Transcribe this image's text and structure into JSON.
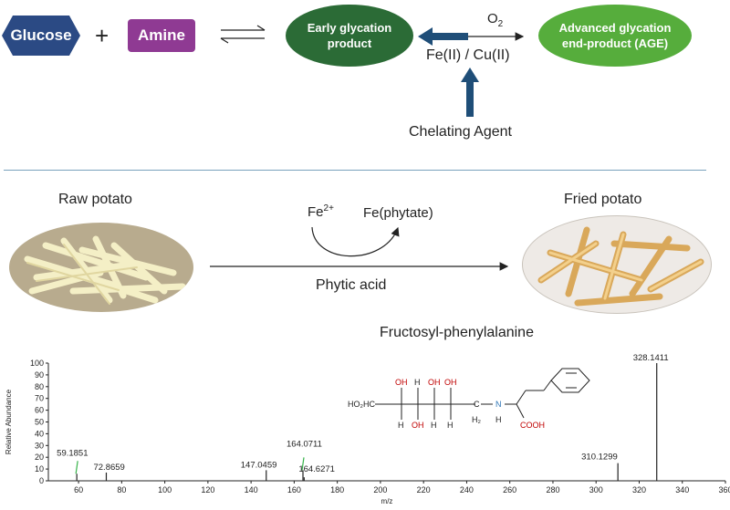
{
  "reaction": {
    "glucose": "Glucose",
    "plus": "+",
    "amine": "Amine",
    "early_line1": "Early glycation",
    "early_line2": "product",
    "age_line1": "Advanced glycation",
    "age_line2": "end-product (AGE)",
    "oxygen": "O",
    "oxygen_sub": "2",
    "metals": "Fe(II) / Cu(II)",
    "chelating": "Chelating Agent"
  },
  "frying": {
    "raw_label": "Raw potato",
    "fried_label": "Fried potato",
    "fe_ion": "Fe",
    "fe_charge": "2+",
    "fe_complex": "Fe(phytate)",
    "reagent": "Phytic acid"
  },
  "structure": {
    "title": "Fructosyl-phenylalanine",
    "left_group": "HO₂HC",
    "oh": "OH",
    "h": "H",
    "c": "C",
    "h2": "H₂",
    "n": "N",
    "nh": "H",
    "cooh": "COOH"
  },
  "colors": {
    "glucose": "#2b4a84",
    "amine": "#8f3a93",
    "early": "#2b6b36",
    "age": "#56ad3c",
    "arrow_blue": "#1f4e78",
    "peak_green": "#37b34a",
    "oh_red": "#c00000",
    "n_blue": "#2e75b6"
  },
  "chart_data": {
    "type": "bar",
    "ylabel": "Relative Abundance",
    "xlabel": "m/z",
    "xlim": [
      46,
      360
    ],
    "ylim": [
      0,
      100
    ],
    "x_ticks": [
      60,
      80,
      100,
      120,
      140,
      160,
      180,
      200,
      220,
      240,
      260,
      280,
      300,
      320,
      340,
      360
    ],
    "y_ticks": [
      0,
      10,
      20,
      30,
      40,
      50,
      60,
      70,
      80,
      90,
      100
    ],
    "peaks": [
      {
        "mz": 59.1851,
        "label": "59.1851",
        "abundance": 6,
        "highlight": true
      },
      {
        "mz": 72.8659,
        "label": "72.8659",
        "abundance": 7,
        "highlight": false
      },
      {
        "mz": 147.0459,
        "label": "147.0459",
        "abundance": 9,
        "highlight": false
      },
      {
        "mz": 164.0711,
        "label": "164.0711",
        "abundance": 9,
        "highlight": true
      },
      {
        "mz": 164.6271,
        "label": "164.6271",
        "abundance": 3,
        "highlight": false
      },
      {
        "mz": 310.1299,
        "label": "310.1299",
        "abundance": 15,
        "highlight": false
      },
      {
        "mz": 328.1411,
        "label": "328.1411",
        "abundance": 100,
        "highlight": false
      }
    ]
  }
}
